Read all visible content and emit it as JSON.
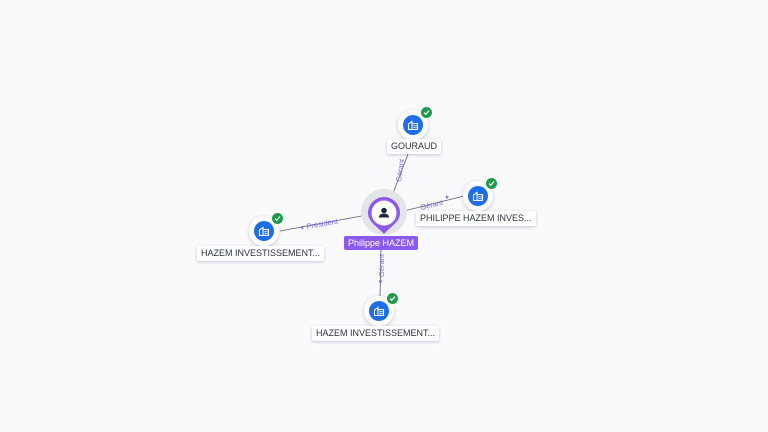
{
  "graph": {
    "center": {
      "name": "Philippe HAZEM",
      "icon": "person-icon",
      "color": "#8c5af0"
    },
    "companies": [
      {
        "label": "GOURAUD",
        "icon": "building-icon",
        "verified": true
      },
      {
        "label": "PHILIPPE HAZEM INVES...",
        "icon": "building-icon",
        "verified": true
      },
      {
        "label": "HAZEM INVESTISSEMENT...",
        "icon": "building-icon",
        "verified": true
      },
      {
        "label": "HAZEM INVESTISSEMENT...",
        "icon": "building-icon",
        "verified": true
      }
    ],
    "edges": [
      {
        "role": "Gérant"
      },
      {
        "role": "Gérant"
      },
      {
        "role": "Président"
      },
      {
        "role": "Gérant"
      }
    ]
  },
  "colors": {
    "company_fill": "#1c6fe8",
    "verified_badge": "#1f9a4c",
    "edge_label": "#7b6cf0"
  }
}
